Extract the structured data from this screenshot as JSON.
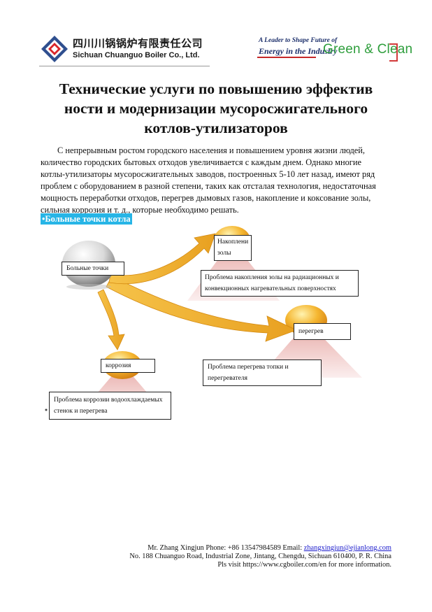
{
  "header": {
    "company_cn": "四川川锅锅炉有限责任公司",
    "company_en": "Sichuan Chuanguo Boiler Co., Ltd.",
    "slogan_line1": "A Leader to Shape Future of",
    "slogan_line2": "Energy in the Industry",
    "tagline": "Green & Clean"
  },
  "document": {
    "title_lines": [
      "Технические  услуги  по  повышению  эффектив",
      "ности  и  модернизации  мусоросжигательного",
      "котлов-утилизаторов"
    ],
    "paragraph_lines": [
      "С непрерывным ростом городского населения и повышением уровня жизни людей,",
      "количество городских бытовых отходов увеличивается с каждым днем. Однако многие",
      "котлы-утилизаторы мусоросжигательных заводов, построенных 5-10 лет назад, имеют ряд",
      "проблем с оборудованием в разной степени, таких как отсталая технология, недостаточная",
      "мощность переработки отходов, перегрев дымовых газов, накопление и коксование золы,",
      "сильная коррозия и т. д., которые необходимо решать."
    ],
    "section_heading": "•Больные точки котла"
  },
  "diagram": {
    "center_label": "Больные точки",
    "ash_label_line1": "Накоплени",
    "ash_label_line2": "золы",
    "ash_desc_line1": "Проблема накопления золы на радиационных и",
    "ash_desc_line2": "конвекционных нагревательных поверхностях",
    "overheat_label": "перегрев",
    "overheat_desc_line1": "Проблема перегрева топки и",
    "overheat_desc_line2": "перегревателя",
    "corrosion_label": "коррозия",
    "corrosion_desc_line1": "Проблема коррозии водоохлаждаемых",
    "corrosion_desc_line2": "стенок и перегрева"
  },
  "footer": {
    "line1_prefix": "Mr. Zhang Xingjun    Phone: +86 13547984589    Email: ",
    "email": "zhangxingjun@ejianlong.com",
    "line2": "No. 188 Chuanguo Road, Industrial Zone, Jintang, Chengdu, Sichuan 610400, P. R. China",
    "line3": "Pls visit https://www.cgboiler.com/en for more information."
  }
}
